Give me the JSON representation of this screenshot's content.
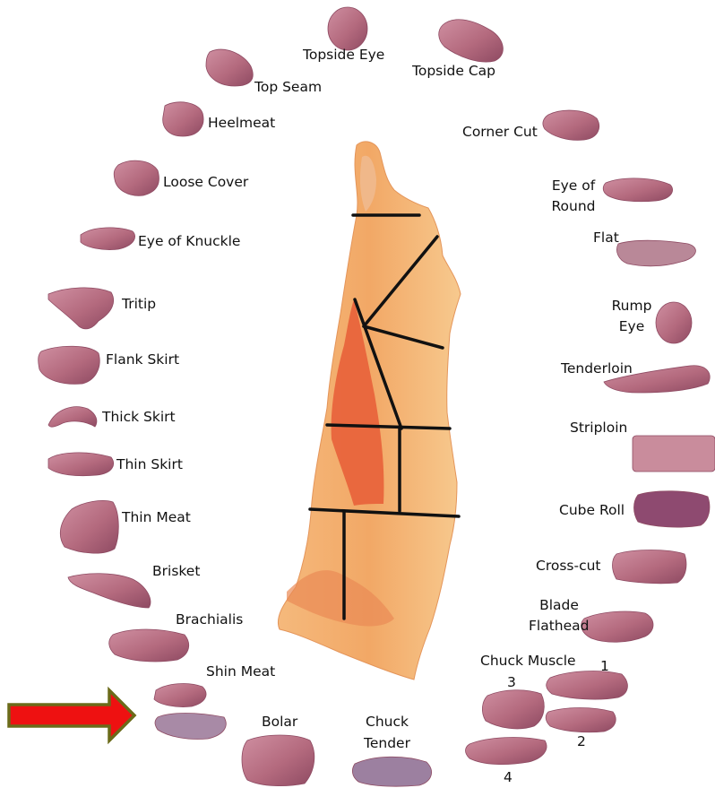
{
  "colors": {
    "meat": "#b46a7e",
    "meat_dark": "#8e4a62",
    "meat_light": "#d496a6",
    "fat": "#ebc6cb",
    "carcass_fat": "#f2a866",
    "carcass_light": "#f7c98e",
    "carcass_muscle": "#e8603a",
    "division_line": "#111111",
    "arrow_fill": "#ee1111",
    "arrow_border": "#6b6b1a"
  },
  "labels": {
    "topside_eye": "Topside Eye",
    "topside_cap": "Topside Cap",
    "top_seam": "Top Seam",
    "heelmeat": "Heelmeat",
    "corner_cut": "Corner Cut",
    "loose_cover": "Loose Cover",
    "eye_of_round_1": "Eye of",
    "eye_of_round_2": "Round",
    "eye_of_knuckle": "Eye of Knuckle",
    "flat": "Flat",
    "tritip": "Tritip",
    "rump_eye_1": "Rump",
    "rump_eye_2": "Eye",
    "flank_skirt": "Flank Skirt",
    "tenderloin": "Tenderloin",
    "thick_skirt": "Thick Skirt",
    "striploin": "Striploin",
    "thin_skirt": "Thin Skirt",
    "thin_meat": "Thin Meat",
    "cube_roll": "Cube Roll",
    "brisket": "Brisket",
    "cross_cut": "Cross-cut",
    "blade_flathead_1": "Blade",
    "blade_flathead_2": "Flathead",
    "brachialis": "Brachialis",
    "chuck_muscle": "Chuck Muscle",
    "num_1": "1",
    "num_2": "2",
    "num_3": "3",
    "num_4": "4",
    "shin_meat": "Shin Meat",
    "bolar": "Bolar",
    "chuck_tender_1": "Chuck",
    "chuck_tender_2": "Tender"
  },
  "icons": {
    "carcass": "beef-carcass-side",
    "arrow": "right-arrow-icon"
  }
}
